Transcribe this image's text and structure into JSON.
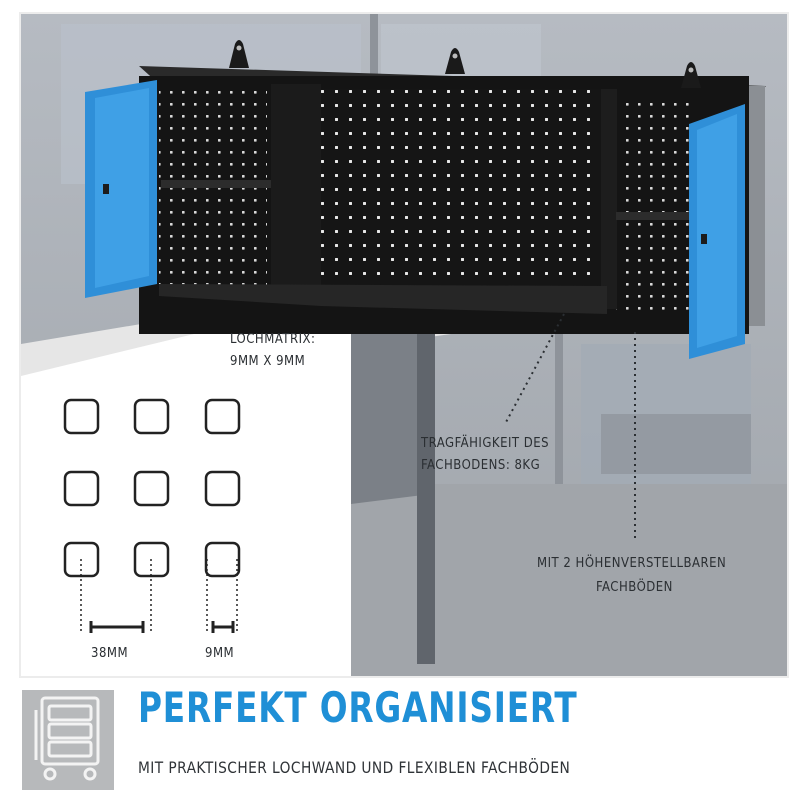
{
  "annotations": {
    "hole_matrix_title": "LOCHMATRIX:",
    "hole_matrix_size": "9MM X 9MM",
    "load_line1": "TRAGFÄHIGKEIT DES",
    "load_line2": "FACHBODENS: 8KG",
    "shelves_line1": "MIT 2 HÖHENVERSTELLBAREN",
    "shelves_line2": "FACHBÖDEN",
    "spacing_label": "38MM",
    "hole_width_label": "9MM"
  },
  "footer": {
    "headline": "PERFEKT ORGANISIERT",
    "subline": "MIT PRAKTISCHER LOCHWAND UND FLEXIBLEN FACHBÖDEN"
  },
  "colors": {
    "accent_blue": "#1f8fd6",
    "door_blue": "#2f8fd8",
    "cabinet_black": "#141414",
    "text_dark": "#2b2f33"
  },
  "icons": [
    "hanging-bracket-icon",
    "tool-cabinet-icon"
  ]
}
